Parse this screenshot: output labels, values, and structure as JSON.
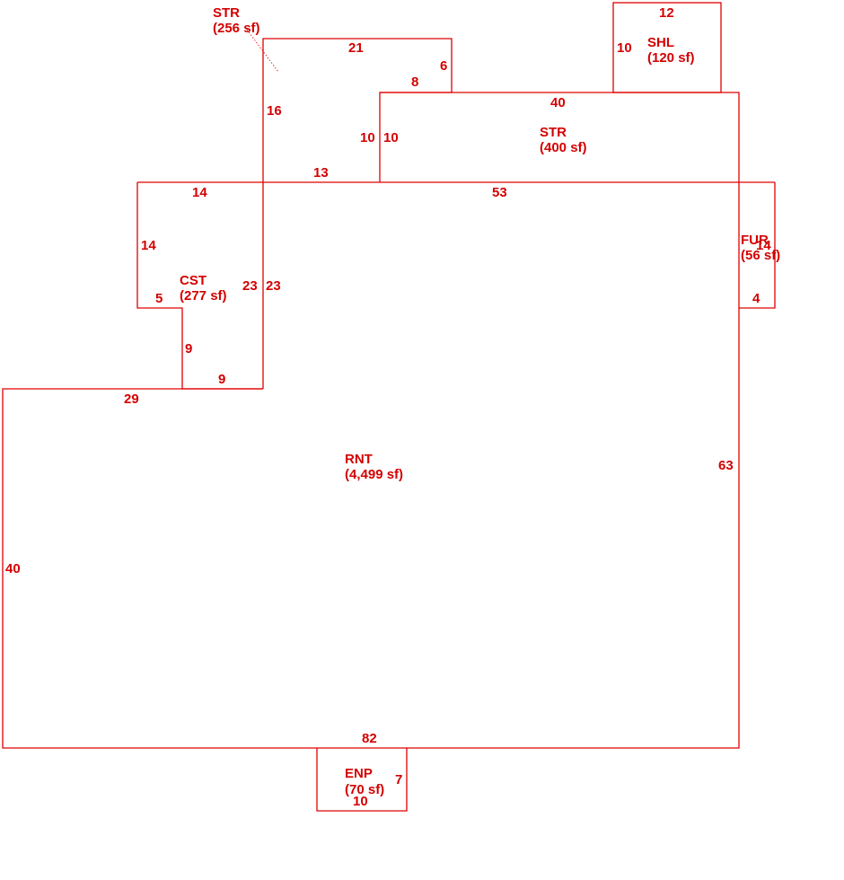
{
  "colors": {
    "line": "#e00000",
    "text": "#d40000",
    "background": "#ffffff"
  },
  "areas": {
    "str_upper": {
      "code": "STR",
      "size": "(256 sf)"
    },
    "shl": {
      "code": "SHL",
      "size": "(120 sf)"
    },
    "str_main": {
      "code": "STR",
      "size": "(400 sf)"
    },
    "cst": {
      "code": "CST",
      "size": "(277 sf)"
    },
    "fur": {
      "code": "FUR",
      "size": "(56 sf)"
    },
    "rnt": {
      "code": "RNT",
      "size": "(4,499 sf)"
    },
    "enp": {
      "code": "ENP",
      "size": "(70 sf)"
    }
  },
  "dimensions": {
    "str_upper_top": "21",
    "str_upper_notch_right": "6",
    "str_upper_notch_bottom": "8",
    "str_upper_left": "16",
    "str_upper_inner_right": "10",
    "str_upper_bottom": "13",
    "shl_top": "12",
    "shl_left": "10",
    "str_main_top": "40",
    "str_main_left": "10",
    "str_main_bottom": "53",
    "cst_top": "14",
    "cst_left": "14",
    "cst_step_bottom": "5",
    "cst_right": "23",
    "rnt_upper_left": "23",
    "cst_step_side": "9",
    "cst_bottom": "9",
    "fur_right": "14",
    "fur_bottom": "4",
    "rnt_top_left": "29",
    "rnt_right": "63",
    "rnt_left": "40",
    "rnt_bottom": "82",
    "enp_right": "7",
    "enp_bottom": "10"
  }
}
